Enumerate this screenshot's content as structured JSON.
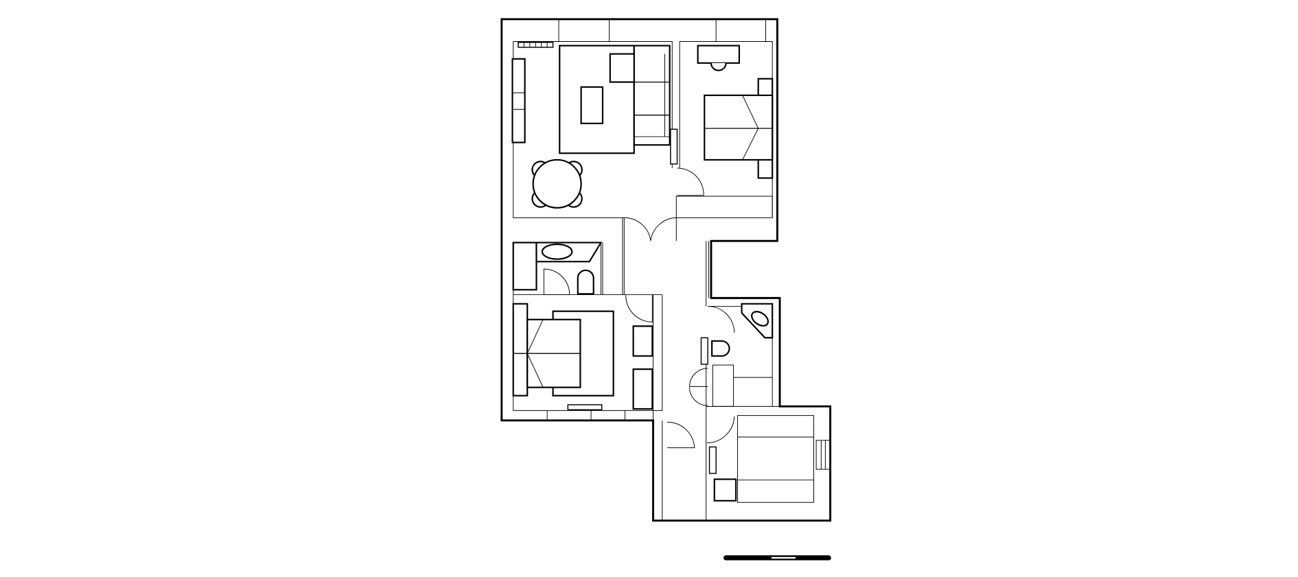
{
  "plan": {
    "colors": {
      "line": "#000000",
      "background": "#ffffff"
    },
    "rooms": [
      "living-room",
      "bedroom-1",
      "bathroom-1",
      "bedroom-2",
      "hallway",
      "bathroom-2",
      "bedroom-3"
    ]
  },
  "scale_bar": {
    "colors": [
      "#000000",
      "#ffffff"
    ]
  }
}
